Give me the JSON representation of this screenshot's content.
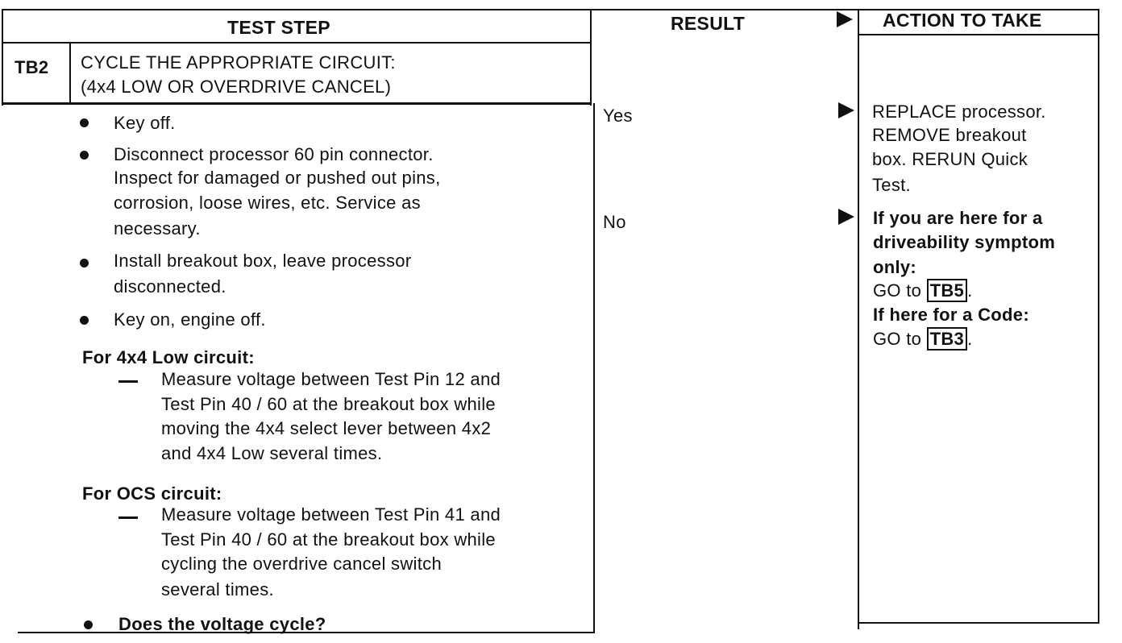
{
  "header": {
    "test_step": "TEST STEP",
    "result": "RESULT",
    "action": "ACTION TO TAKE"
  },
  "step": {
    "id": "TB2",
    "title_line1": "CYCLE THE APPROPRIATE CIRCUIT:",
    "title_line2": "(4x4 LOW OR OVERDRIVE CANCEL)"
  },
  "procedure": {
    "bullet1": "Key off.",
    "bullet2_lines": [
      "Disconnect processor 60 pin connector.",
      "Inspect for damaged or pushed out pins,",
      "corrosion, loose wires, etc. Service as",
      "necessary."
    ],
    "bullet3_lines": [
      "Install breakout box, leave processor",
      "disconnected."
    ],
    "bullet4": "Key on, engine off.",
    "section1_heading": "For 4x4 Low circuit:",
    "section1_lines": [
      "Measure voltage between Test Pin 12 and",
      "Test Pin 40 / 60 at the breakout box while",
      "moving the 4x4 select lever between 4x2",
      "and 4x4 Low several times."
    ],
    "section2_heading": "For OCS circuit:",
    "section2_lines": [
      "Measure voltage between Test Pin 41 and",
      "Test Pin 40 / 60 at the breakout box while",
      "cycling the overdrive cancel switch",
      "several times."
    ],
    "question": "Does the voltage cycle?"
  },
  "results": {
    "yes": "Yes",
    "no": "No"
  },
  "actions": {
    "yes_lines": [
      "REPLACE processor.",
      "REMOVE breakout",
      "box. RERUN Quick",
      "Test."
    ],
    "no_bold_lines": [
      "If you are here for a",
      "driveability symptom",
      "only:"
    ],
    "goto_prefix": "GO to",
    "goto1_ref": "TB5",
    "goto1_suffix": ".",
    "code_line": "If here for a Code:",
    "goto2_ref": "TB3",
    "goto2_suffix": "."
  }
}
